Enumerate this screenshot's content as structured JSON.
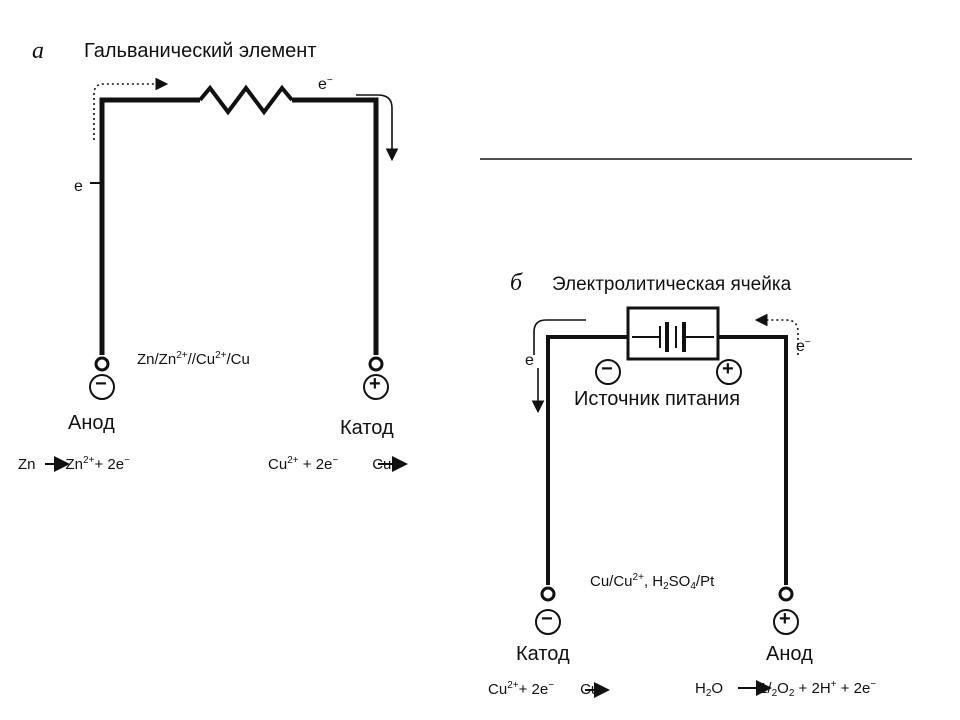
{
  "panel_a": {
    "letter": "а",
    "title": "Гальванический  элемент",
    "electron_label_top": "e",
    "electron_label_top_sup": "−",
    "electron_label_left": "e",
    "anode_sign": "−",
    "cathode_sign": "+",
    "anode_label": "Анод",
    "cathode_label": "Катод",
    "cell_notation": {
      "p1": "Zn/Zn",
      "s1": "2+",
      "p2": "//Cu",
      "s2": "2+",
      "p3": "/Cu"
    },
    "anode_reaction": {
      "p1": "Zn",
      "p2": "Zn",
      "s1": "2+",
      "p3": "+ 2e",
      "s2": "−"
    },
    "cathode_reaction": {
      "p1": "Cu",
      "s1": "2+",
      "p2": " + 2e",
      "s2": "−",
      "p3": "Cu"
    }
  },
  "panel_b": {
    "letter": "б",
    "title": "Электролитическая ячейка",
    "power_source_label": "Источник питания",
    "source_minus": "−",
    "source_plus": "+",
    "electron_label_left": "e",
    "electron_label_right": "e",
    "electron_label_right_sup": "−",
    "cathode_sign": "−",
    "anode_sign": "+",
    "cathode_label": "Катод",
    "anode_label": "Анод",
    "cell_notation": {
      "p1": "Cu/Cu",
      "s1": "2+",
      "p2": ", H",
      "b1": "2",
      "p3": "SO",
      "b2": "4",
      "p4": "/Pt"
    },
    "cathode_reaction": {
      "p1": "Cu",
      "s1": "2+",
      "p2": "+ 2e",
      "s2": "−",
      "p3": "Cu"
    },
    "anode_reaction": {
      "p1": "H",
      "b1": "2",
      "p2": "O",
      "p3": "1/",
      "b2": "2",
      "p4": "O",
      "b3": "2",
      "p5": " + 2H",
      "s1": "+",
      "p6": " + 2e",
      "s2": "−"
    }
  }
}
